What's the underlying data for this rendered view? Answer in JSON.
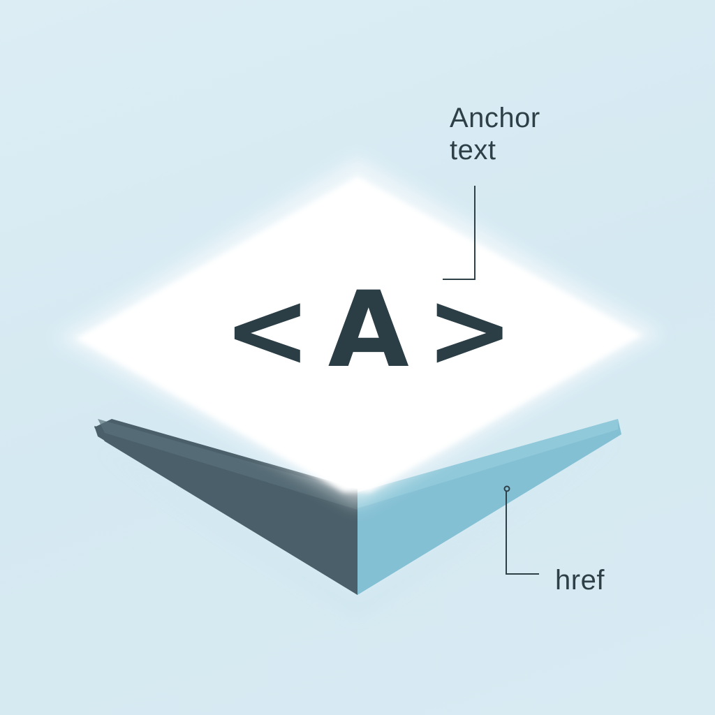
{
  "diagram": {
    "title_glyph": "<A>",
    "callouts": [
      {
        "label_line1": "Anchor",
        "label_line2": "text",
        "target": "top-face"
      },
      {
        "label": "href",
        "target": "right-side-face"
      }
    ]
  },
  "colors": {
    "background": "#d8ebf3",
    "top_face": "#ffffff",
    "left_face": "#4a5f69",
    "right_face": "#84c0d4",
    "ink": "#2b3d45"
  }
}
